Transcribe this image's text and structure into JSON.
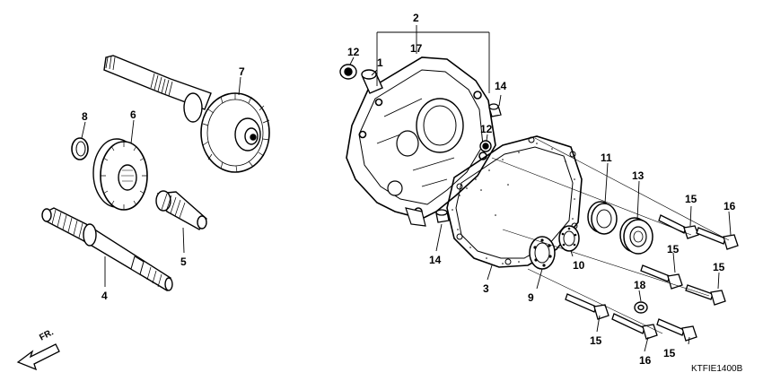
{
  "diagram": {
    "callouts": {
      "c1": "1",
      "c2": "2",
      "c3": "3",
      "c4": "4",
      "c5": "5",
      "c6": "6",
      "c7": "7",
      "c8": "8",
      "c9": "9",
      "c10": "10",
      "c11": "11",
      "c12a": "12",
      "c12b": "12",
      "c13": "13",
      "c14a": "14",
      "c14b": "14",
      "c15a": "15",
      "c15b": "15",
      "c15c": "15",
      "c15d": "15",
      "c15e": "15",
      "c16a": "16",
      "c16b": "16",
      "c17": "17",
      "c18": "18"
    },
    "direction_label": "FR.",
    "diagram_code": "KTFIE1400B"
  }
}
